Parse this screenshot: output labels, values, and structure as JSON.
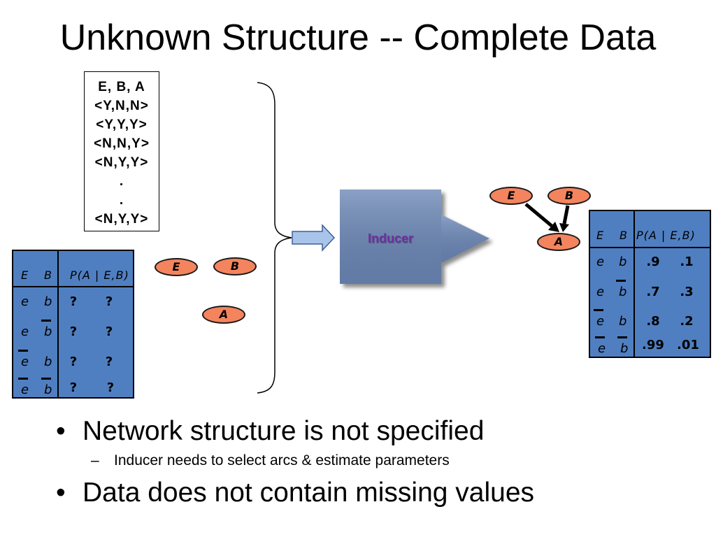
{
  "title": "Unknown Structure -- Complete Data",
  "data_box": {
    "header": "E, B, A",
    "rows": [
      "<Y,N,N>",
      "<Y,Y,Y>",
      "<N,N,Y>",
      "<N,Y,Y>",
      ".",
      ".",
      "<N,Y,Y>"
    ]
  },
  "left_network": {
    "nodes": {
      "e": "E",
      "b": "B",
      "a": "A"
    },
    "edges": []
  },
  "left_table": {
    "header": {
      "e": "E",
      "b": "B",
      "p": "P(A | E,B)"
    },
    "rows": [
      {
        "e": "e",
        "e_negated": false,
        "b": "b",
        "b_negated": false,
        "p_a": "?",
        "p_not_a": "?"
      },
      {
        "e": "e",
        "e_negated": false,
        "b": "b",
        "b_negated": true,
        "p_a": "?",
        "p_not_a": "?"
      },
      {
        "e": "e",
        "e_negated": true,
        "b": "b",
        "b_negated": false,
        "p_a": "?",
        "p_not_a": "?"
      },
      {
        "e": "e",
        "e_negated": true,
        "b": "b",
        "b_negated": true,
        "p_a": "?",
        "p_not_a": "?"
      }
    ]
  },
  "inducer": {
    "label": "Inducer"
  },
  "right_network": {
    "nodes": {
      "e": "E",
      "b": "B",
      "a": "A"
    },
    "edges": [
      {
        "from": "E",
        "to": "A"
      },
      {
        "from": "B",
        "to": "A"
      }
    ]
  },
  "right_table": {
    "header": {
      "e": "E",
      "b": "B",
      "p": "P(A | E,B)"
    },
    "rows": [
      {
        "e": "e",
        "e_negated": false,
        "b": "b",
        "b_negated": false,
        "p_a": ".9",
        "p_not_a": ".1"
      },
      {
        "e": "e",
        "e_negated": false,
        "b": "b",
        "b_negated": true,
        "p_a": ".7",
        "p_not_a": ".3"
      },
      {
        "e": "e",
        "e_negated": true,
        "b": "b",
        "b_negated": false,
        "p_a": ".8",
        "p_not_a": ".2"
      },
      {
        "e": "e",
        "e_negated": true,
        "b": "b",
        "b_negated": true,
        "p_a": ".99",
        "p_not_a": ".01"
      }
    ]
  },
  "bullets": [
    {
      "text": "Network structure is not specified",
      "sub": [
        "Inducer needs to select arcs & estimate parameters"
      ]
    },
    {
      "text": "Data does not contain missing values"
    }
  ],
  "colors": {
    "table_fill": "#4f7fc1",
    "node_fill": "#f4845e",
    "inducer_fill": "#6a86b5",
    "inducer_label": "#7030a0",
    "input_arrow_fill": "#a9c4ea",
    "input_arrow_stroke": "#3f5f95"
  }
}
